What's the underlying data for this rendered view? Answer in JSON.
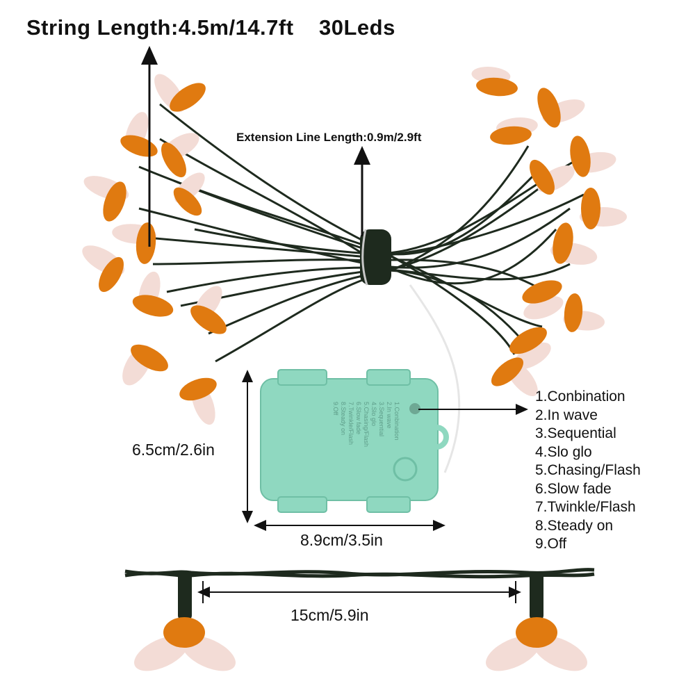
{
  "header": {
    "string_length": "String Length:4.5m/14.7ft",
    "led_count": "30Leds"
  },
  "extension_line": "Extension Line Length:0.9m/2.9ft",
  "battery_box": {
    "height_label": "6.5cm/2.6in",
    "width_label": "8.9cm/3.5in",
    "printed_modes": [
      "1.Conbination",
      "2.In wave",
      "3.Sequential",
      "4.Slo glo",
      "5.Chasing/Flash",
      "6.Slow fade",
      "7.Twinkle/Flash",
      "8.Steady on",
      "9.Off"
    ]
  },
  "modes": [
    "1.Conbination",
    "2.In wave",
    "3.Sequential",
    "4.Slo glo",
    "5.Chasing/Flash",
    "6.Slow fade",
    "7.Twinkle/Flash",
    "8.Steady on",
    "9.Off"
  ],
  "spacing_label": "15cm/5.9in",
  "colors": {
    "bee_body": "#e07a10",
    "bee_wing": "#f3dcd6",
    "wire": "#1e2a1e",
    "battery_box": "#8fd8c0",
    "arrow": "#111111"
  }
}
